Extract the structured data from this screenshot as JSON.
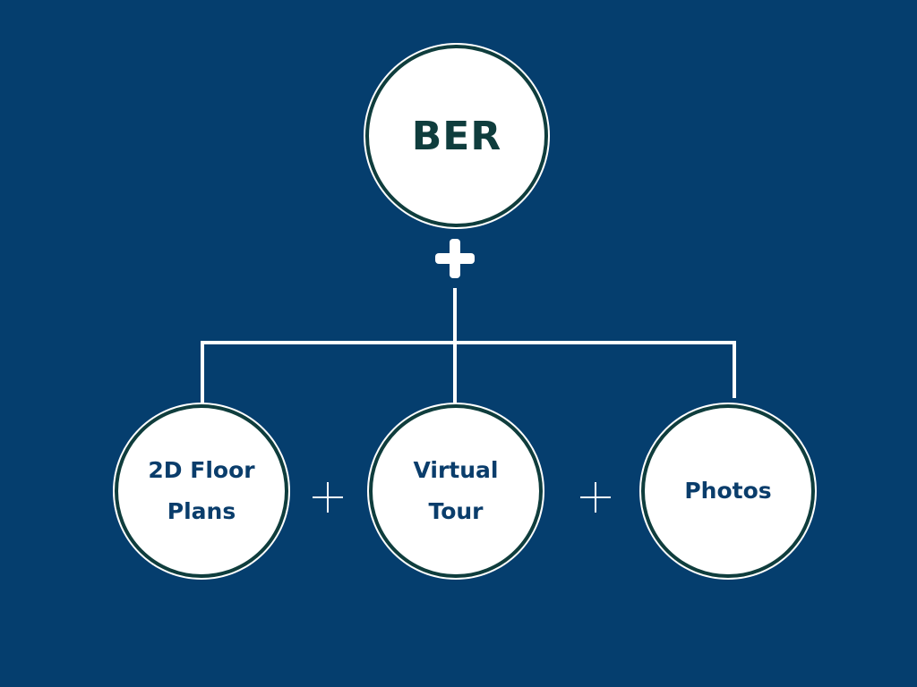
{
  "root": {
    "label": "BER"
  },
  "children": [
    {
      "label": "2D Floor\nPlans"
    },
    {
      "label": "Virtual\nTour"
    },
    {
      "label": "Photos"
    }
  ],
  "colors": {
    "background": "#053e6e",
    "circle_fill": "#ffffff",
    "circle_border": "#0f3d3d",
    "root_text": "#0f3d3d",
    "child_text": "#0a3d6b",
    "lines": "#ffffff"
  },
  "icons": {
    "main_connector": "plus-icon",
    "child_separator": "plus-icon"
  }
}
